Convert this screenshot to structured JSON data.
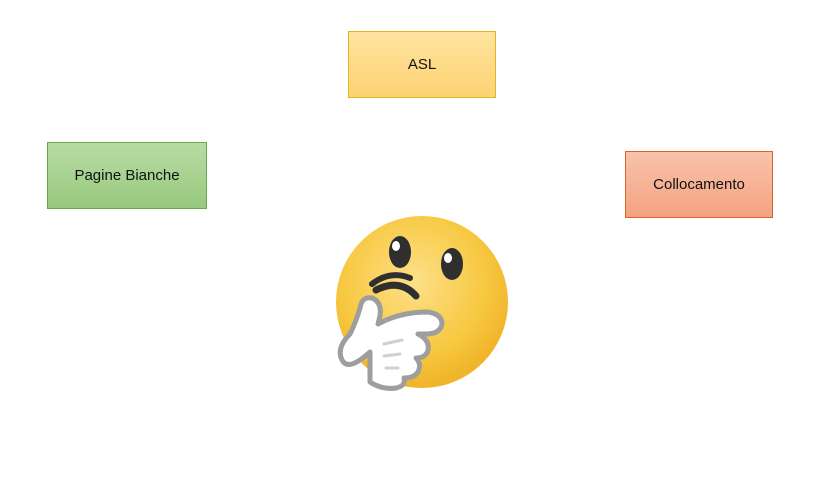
{
  "nodes": {
    "asl": "ASL",
    "pagine_bianche": "Pagine Bianche",
    "collocamento": "Collocamento"
  },
  "emoji": {
    "icon": "thinking-face-icon"
  },
  "colors": {
    "asl_fill": "#fdd272",
    "asl_border": "#e6b422",
    "pagine_fill": "#98c97e",
    "pagine_border": "#6aa84f",
    "collocamento_fill": "#f4a280",
    "collocamento_border": "#d9632c"
  }
}
